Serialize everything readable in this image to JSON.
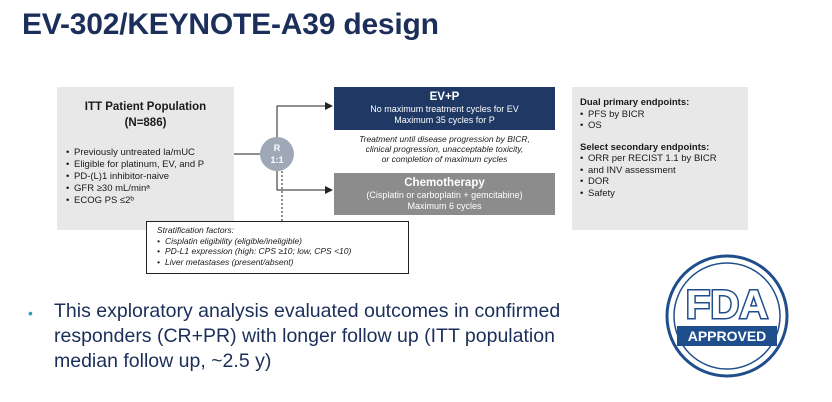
{
  "title": "EV-302/KEYNOTE-A39 design",
  "itt": {
    "title_line1": "ITT Patient Population",
    "title_line2": "(N=886)",
    "bullets": [
      "Previously untreated la/mUC",
      "Eligible for platinum, EV, and P",
      "PD-(L)1 inhibitor-naive",
      "GFR ≥30 mL/minᵃ",
      "ECOG PS ≤2ᵇ"
    ]
  },
  "randomization": {
    "line1": "R",
    "line2": "1:1"
  },
  "arms": {
    "evp": {
      "name": "EV+P",
      "line1": "No maximum treatment cycles for EV",
      "line2": "Maximum 35 cycles for P"
    },
    "chemo": {
      "name": "Chemotherapy",
      "line1": "(Cisplatin or carboplatin + gemcitabine)",
      "line2": "Maximum 6 cycles"
    }
  },
  "treatment_note": {
    "line1": "Treatment until disease progression by BICR,",
    "line2": "clinical progression, unacceptable toxicity,",
    "line3": "or completion of maximum cycles"
  },
  "stratification": {
    "heading": "Stratification factors:",
    "items": [
      "Cisplatin eligibility (eligible/ineligible)",
      "PD-L1 expression (high: CPS ≥10; low, CPS <10)",
      "Liver metastases (present/absent)"
    ]
  },
  "endpoints": {
    "primary_heading": "Dual primary endpoints:",
    "primary": [
      "PFS by BICR",
      "OS"
    ],
    "secondary_heading": "Select secondary endpoints:",
    "secondary": [
      "ORR per RECIST 1.1 by BICR",
      "and INV assessment",
      "DOR",
      "Safety"
    ]
  },
  "summary": {
    "bullet": "•",
    "line1": "This exploratory analysis evaluated outcomes in confirmed",
    "line2": "responders (CR+PR) with longer follow up (ITT population",
    "line3": "median follow up, ~2.5 y)"
  },
  "fda_logo": {
    "letters": "FDA",
    "banner": "APPROVED"
  },
  "colors": {
    "title": "#1c2f5a",
    "evp_arm": "#1f3864",
    "chemo_arm": "#8c8c8c",
    "randomization": "#9ea8b6",
    "bullet_accent": "#2e9bbf",
    "fda_logo": "#1f4e8c"
  }
}
